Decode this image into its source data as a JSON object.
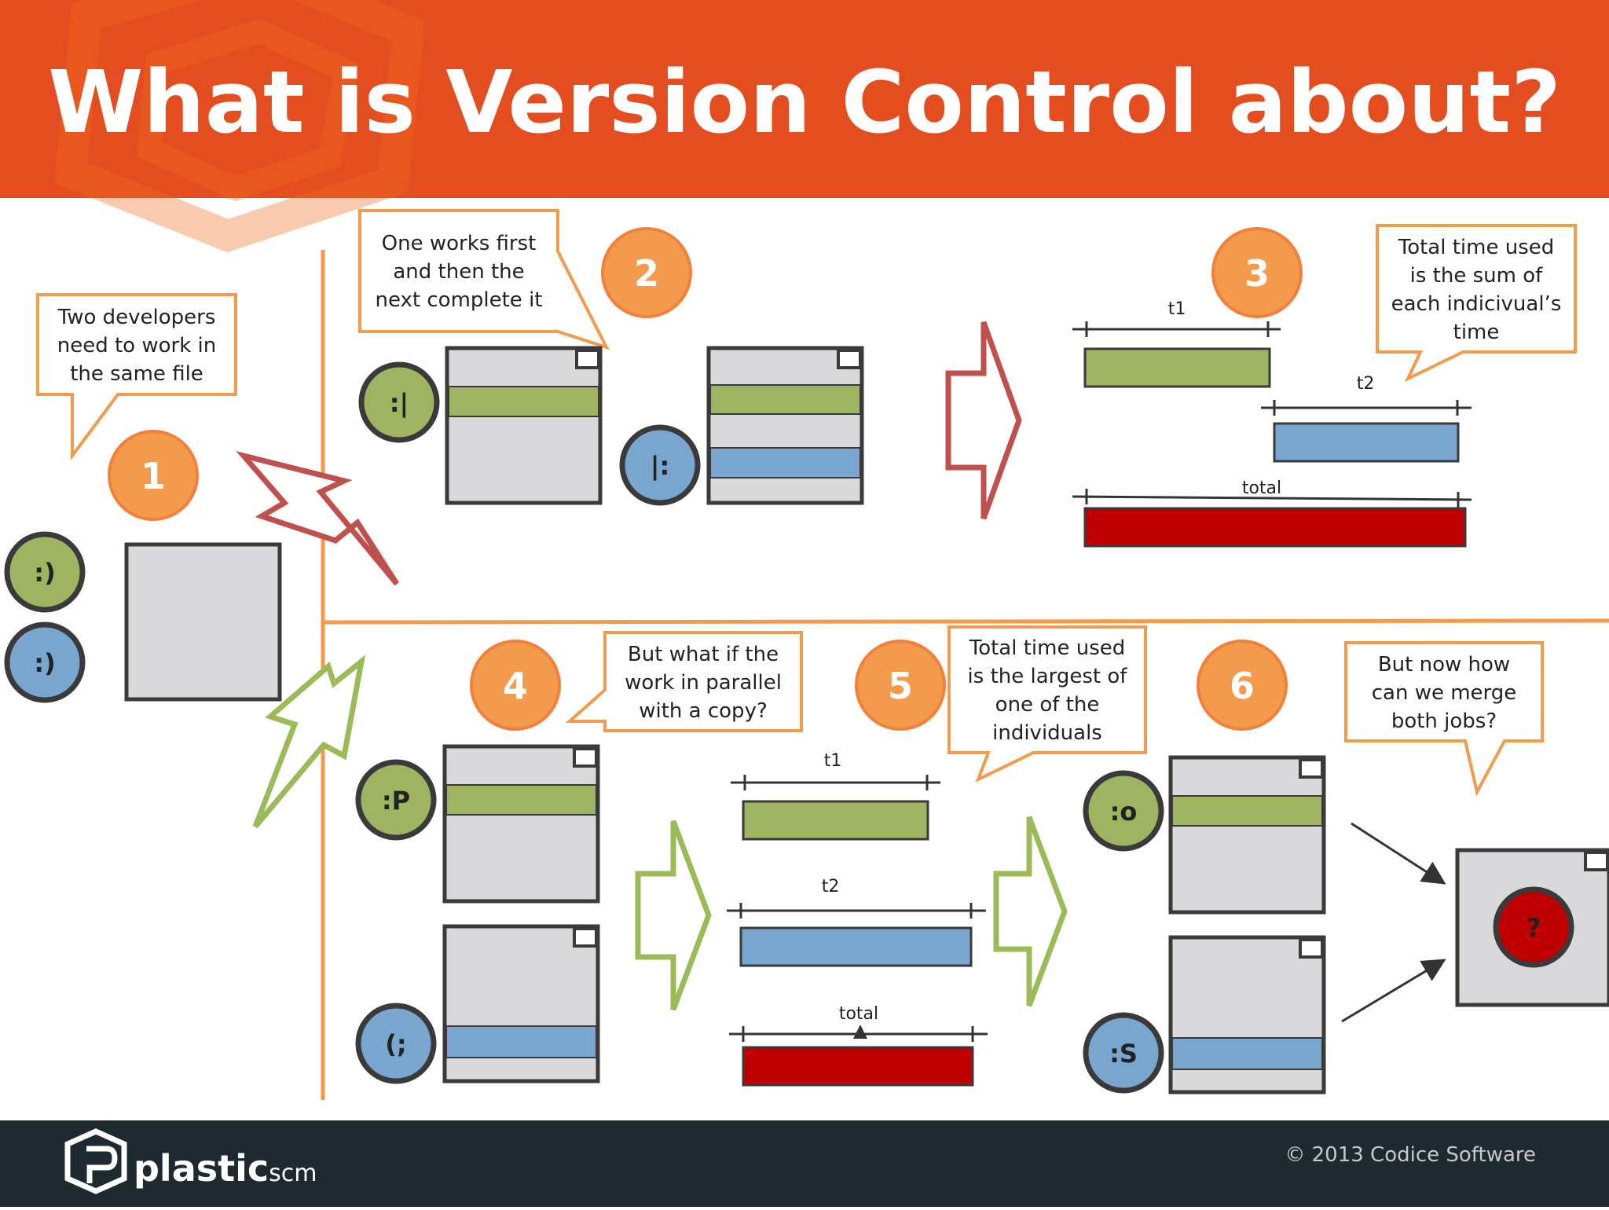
{
  "header": {
    "title": "What is Version Control about?"
  },
  "steps": [
    {
      "number": "1",
      "callout": [
        "Two developers",
        "need to work in",
        "the same file"
      ],
      "faces": [
        ":)",
        ":)"
      ]
    },
    {
      "number": "2",
      "callout": [
        "One works first",
        "and then the",
        "next complete it"
      ],
      "faces": [
        ":|",
        "|:"
      ]
    },
    {
      "number": "3",
      "callout": [
        "Total time used",
        "is the sum of",
        "each indicivual’s",
        "time"
      ],
      "bars": {
        "t1": "t1",
        "t2": "t2",
        "total": "total"
      }
    },
    {
      "number": "4",
      "callout": [
        "But what if the",
        "work in parallel",
        "with a copy?"
      ],
      "faces": [
        ":P",
        "(;"
      ]
    },
    {
      "number": "5",
      "callout": [
        "Total time used",
        "is the largest of",
        "one of the",
        "individuals"
      ],
      "bars": {
        "t1": "t1",
        "t2": "t2",
        "total": "total"
      }
    },
    {
      "number": "6",
      "callout": [
        "But now how",
        "can we merge",
        "both jobs?"
      ],
      "faces": [
        ":o",
        ":S"
      ],
      "merge_symbol": "?"
    }
  ],
  "footer": {
    "logo_main": "plastic",
    "logo_suffix": "scm",
    "copyright": "© 2013 Codice Software"
  },
  "colors": {
    "header": "#e44d1f",
    "accent": "#f39a4c",
    "green": "#9eb461",
    "blue": "#78a6cf",
    "red": "#c00000",
    "doc": "#d9d9db",
    "footer": "#1e2930"
  }
}
